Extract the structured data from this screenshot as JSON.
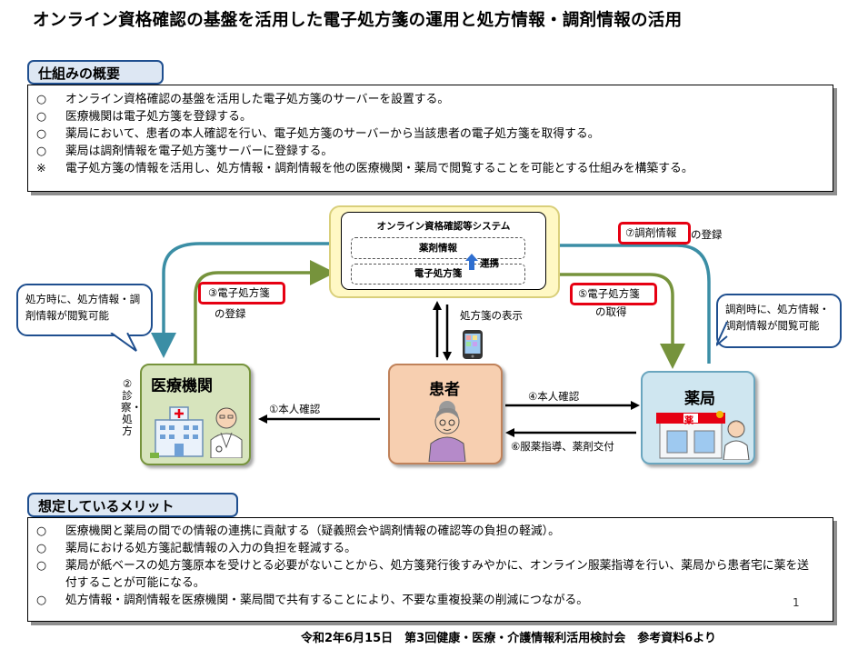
{
  "title": "オンライン資格確認の基盤を活用した電子処方箋の運用と処方情報・調剤情報の活用",
  "overview": {
    "heading": "仕組みの概要",
    "items": [
      {
        "mark": "○",
        "text": "オンライン資格確認の基盤を活用した電子処方箋のサーバーを設置する。"
      },
      {
        "mark": "○",
        "text": "医療機関は電子処方箋を登録する。"
      },
      {
        "mark": "○",
        "text": "薬局において、患者の本人確認を行い、電子処方箋のサーバーから当該患者の電子処方箋を取得する。"
      },
      {
        "mark": "○",
        "text": "薬局は調剤情報を電子処方箋サーバーに登録する。"
      },
      {
        "mark": "※",
        "text": "電子処方箋の情報を活用し、処方情報・調剤情報を他の医療機関・薬局で閲覧することを可能とする仕組みを構築する。"
      }
    ]
  },
  "diagram": {
    "system": {
      "title": "オンライン資格確認等システム",
      "dispensing_info": "薬剤情報",
      "link": "連携",
      "eprescription": "電子処方箋"
    },
    "clinic": {
      "label": "医療機関",
      "side_label": "②診察・処方"
    },
    "patient": {
      "label": "患者"
    },
    "pharmacy": {
      "label": "薬局",
      "sign": "薬"
    },
    "bubble_left": "処方時に、処方情報・調剤情報が閲覧可能",
    "bubble_right": "調剤時に、処方情報・調剤情報が閲覧可能",
    "step3_a": "③電子処方箋",
    "step3_b": "の登録",
    "step5_a": "⑤電子処方箋",
    "step5_b": "の取得",
    "step7_a": "⑦調剤情報",
    "step7_b": "の登録",
    "display": "処方箋の表示",
    "step1": "①本人確認",
    "step4": "④本人確認",
    "step6": "⑥服薬指導、薬剤交付"
  },
  "merits": {
    "heading": "想定しているメリット",
    "items": [
      {
        "mark": "○",
        "text": "医療機関と薬局の間での情報の連携に貢献する（疑義照会や調剤情報の確認等の負担の軽減）。"
      },
      {
        "mark": "○",
        "text": "薬局における処方箋記載情報の入力の負担を軽減する。"
      },
      {
        "mark": "○",
        "text": "薬局が紙ベースの処方箋原本を受けとる必要がないことから、処方箋発行後すみやかに、オンライン服薬指導を行い、薬局から患者宅に薬を送付することが可能になる。"
      },
      {
        "mark": "○",
        "text": "処方情報・調剤情報を医療機関・薬局間で共有することにより、不要な重複投薬の削減につながる。"
      }
    ]
  },
  "page_number": "1",
  "footer": "令和2年6月15日　第3回健康・医療・介護情報利活用検討会　参考資料6より",
  "colors": {
    "teal_arrow": "#3b8ea5",
    "green_arrow": "#76933c",
    "clinic_fill": "#d7e4bd",
    "patient_fill": "#f7cfb0",
    "pharmacy_fill": "#cfe6f0",
    "highlight_red": "#e60012",
    "tab_border": "#1f4f8f"
  }
}
